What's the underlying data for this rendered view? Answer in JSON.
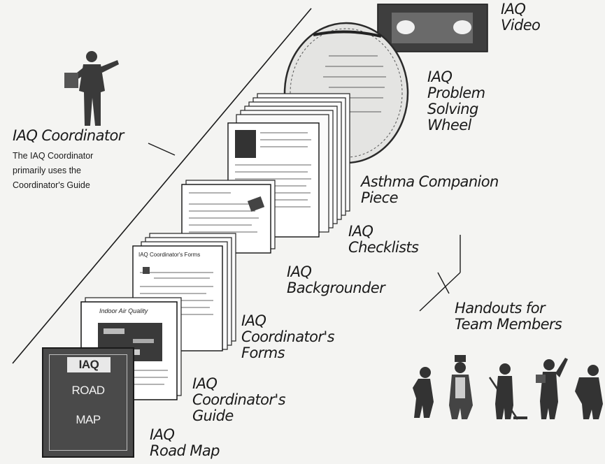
{
  "labels": {
    "coordinator_title": "IAQ Coordinator",
    "coordinator_desc": "The IAQ Coordinator\nprimarily uses the\nCoordinator's Guide",
    "video": "IAQ\nVideo",
    "wheel": "IAQ\nProblem\nSolving\nWheel",
    "asthma": "Asthma Companion\nPiece",
    "checklists": "IAQ\nChecklists",
    "backgrounder": "IAQ\nBackgrounder",
    "forms": "IAQ\nCoordinator's\nForms",
    "guide": "IAQ\nCoordinator's\nGuide",
    "road_map": "IAQ\nRoad Map",
    "handouts": "Handouts for\nTeam Members"
  },
  "road_map_cover": {
    "line1": "IAQ",
    "line2": "ROAD",
    "line3": "MAP"
  },
  "guide_cover": {
    "title": "Indoor Air Quality"
  },
  "forms_cover": {
    "title": "IAQ Coordinator's Forms"
  }
}
